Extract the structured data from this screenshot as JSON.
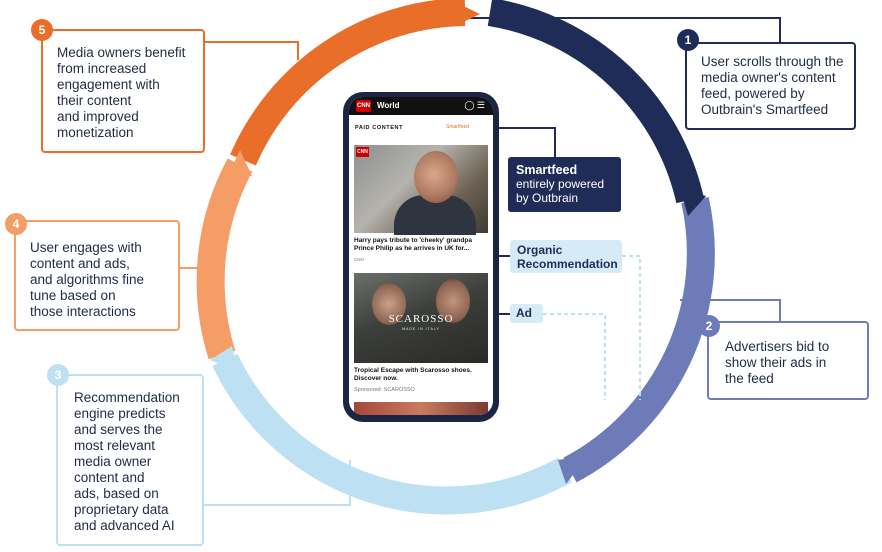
{
  "ring_colors": {
    "step1": "#1e2c57",
    "step2": "#6d7cb9",
    "step3": "#bde0f3",
    "step4": "#f49d66",
    "step5": "#e96e2a"
  },
  "steps": [
    {
      "number": "1",
      "text": "User scrolls through the\nmedia owner's content\nfeed, powered by\nOutbrain's Smartfeed",
      "color": "#1e2c57"
    },
    {
      "number": "2",
      "text": "Advertisers bid to\nshow their ads in\nthe feed",
      "color": "#6d7cb9"
    },
    {
      "number": "3",
      "text": "Recommendation\nengine predicts\nand serves the\nmost relevant\nmedia owner\ncontent and\nads, based on\nproprietary data\nand advanced AI",
      "color": "#bde0f3"
    },
    {
      "number": "4",
      "text": "User engages with\ncontent and ads,\nand algorithms fine\ntune based on\nthose interactions",
      "color": "#f49d66"
    },
    {
      "number": "5",
      "text": "Media owners benefit\nfrom increased\nengagement with\ntheir content\nand improved\nmonetization",
      "color": "#e96e2a"
    }
  ],
  "callouts": {
    "smartfeed_title": "Smartfeed",
    "smartfeed_sub": "entirely powered\nby Outbrain",
    "organic": "Organic\nRecommendation",
    "ad": "Ad"
  },
  "phone": {
    "logo": "CNN",
    "section": "World",
    "paid_content": "PAID CONTENT",
    "smartfeed_mini": "Smartfeed",
    "article1_headline": "Harry pays tribute to 'cheeky' grandpa Prince Philip as he arrives in UK for...",
    "article1_source": "CNN",
    "ad_brand": "SCAROSSO",
    "ad_brand_sub": "MADE IN ITALY",
    "article2_headline": "Tropical Escape with Scarosso shoes. Discover now.",
    "article2_source": "Sponsored: SCAROSSO"
  }
}
